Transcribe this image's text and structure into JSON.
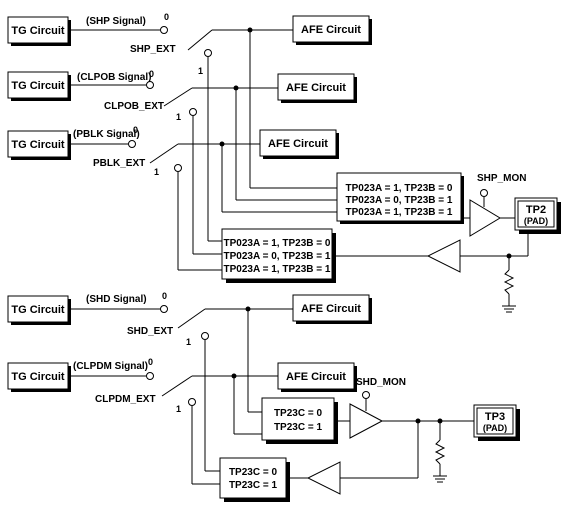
{
  "tg_circuits": [
    {
      "id": "tg1",
      "label": "TG Circuit"
    },
    {
      "id": "tg2",
      "label": "TG Circuit"
    },
    {
      "id": "tg3",
      "label": "TG Circuit"
    },
    {
      "id": "tg4",
      "label": "TG Circuit"
    },
    {
      "id": "tg5",
      "label": "TG Circuit"
    }
  ],
  "afe_circuits": [
    {
      "id": "afe1",
      "label": "AFE Circuit"
    },
    {
      "id": "afe2",
      "label": "AFE Circuit"
    },
    {
      "id": "afe3",
      "label": "AFE Circuit"
    },
    {
      "id": "afe4",
      "label": "AFE Circuit"
    },
    {
      "id": "afe5",
      "label": "AFE Circuit"
    }
  ],
  "signals": [
    {
      "id": "shp",
      "label": "(SHP Signal)",
      "switch_label": "SHP_EXT"
    },
    {
      "id": "clpob",
      "label": "(CLPOB Signal)",
      "switch_label": "CLPOB_EXT"
    },
    {
      "id": "pblk",
      "label": "(PBLK Signal)",
      "switch_label": "PBLK_EXT"
    },
    {
      "id": "shd",
      "label": "(SHD Signal)",
      "switch_label": "SHD_EXT"
    },
    {
      "id": "clpdm",
      "label": "(CLPDM Signal)",
      "switch_label": "CLPDM_EXT"
    }
  ],
  "switch_positions": {
    "zero": "0",
    "one": "1"
  },
  "mux_upper": [
    "TP023A = 1, TP23B = 0",
    "TP023A = 0, TP23B = 1",
    "TP023A = 1, TP23B = 1"
  ],
  "mux_upper_return": [
    "TP023A = 1, TP23B = 0",
    "TP023A = 0, TP23B = 1",
    "TP023A = 1, TP23B = 1"
  ],
  "mux_lower": [
    "TP23C = 0",
    "TP23C = 1"
  ],
  "mux_lower_return": [
    "TP23C = 0",
    "TP23C = 1"
  ],
  "monitors": {
    "shp_mon": "SHP_MON",
    "shd_mon": "SHD_MON"
  },
  "pads": {
    "tp2": {
      "name": "TP2",
      "sub": "(PAD)"
    },
    "tp3": {
      "name": "TP3",
      "sub": "(PAD)"
    }
  }
}
